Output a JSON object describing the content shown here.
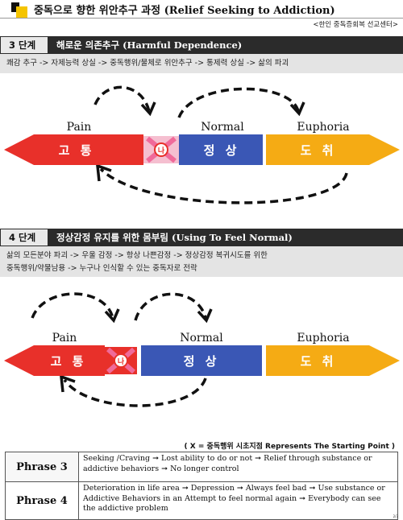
{
  "title": {
    "korean": "중독으로 향한 위안추구 과정",
    "english": "(Relief Seeking to Addiction)"
  },
  "source": "<한인 중독증회복 선교센터>",
  "sections": [
    {
      "step": "3 단계",
      "title_ko": "해로운 의존추구",
      "title_en": "(Harmful Dependence)",
      "description": [
        "쾌감 추구 -> 자제능력 상실 -> 중독행위/물체로 위안추구 -> 통제력 상실 -> 삶의 파괴"
      ],
      "labels": {
        "pain": "Pain",
        "normal": "Normal",
        "euphoria": "Euphoria"
      },
      "bars": {
        "pain": "고 통",
        "normal": "정 상",
        "euphoria": "도 취"
      },
      "marker": "나"
    },
    {
      "step": "4 단계",
      "title_ko": "정상감정 유지를 위한 몸부림",
      "title_en": "(Using To Feel Normal)",
      "description": [
        "삶의 모든분야 파괴 -> 우울 감정 -> 항상 나쁜감정 -> 정상감정 복귀시도를 위한",
        "중독행위/약물남용 -> 누구나 인식할 수 있는 중독자로 전락"
      ],
      "labels": {
        "pain": "Pain",
        "normal": "Normal",
        "euphoria": "Euphoria"
      },
      "bars": {
        "pain": "고 통",
        "normal": "정 상",
        "euphoria": "도 취"
      },
      "marker": "나"
    }
  ],
  "note": "( X = 중독행위 시초지점 Represents The Starting Point )",
  "table": [
    {
      "phase": "Phrase  3",
      "lines": [
        "Seeking /Craving ➞ Lost ability to do or not ➞ Relief  through substance or",
        "addictive behaviors  ➞ No longer control"
      ]
    },
    {
      "phase": "Phrase  4",
      "lines": [
        "Deterioration in life area  ➞ Depression ➞ Always feel bad ➞ Use substance or",
        "Addictive Behaviors in an Attempt to feel normal again ➞ Everybody can see",
        "the addictive problem"
      ]
    }
  ],
  "colors": {
    "pain": "#e8302a",
    "normal": "#3a57b5",
    "euphoria": "#f5ab14",
    "marker": "#f06a9a",
    "header": "#2b2b2b"
  },
  "page_number": "2/3"
}
